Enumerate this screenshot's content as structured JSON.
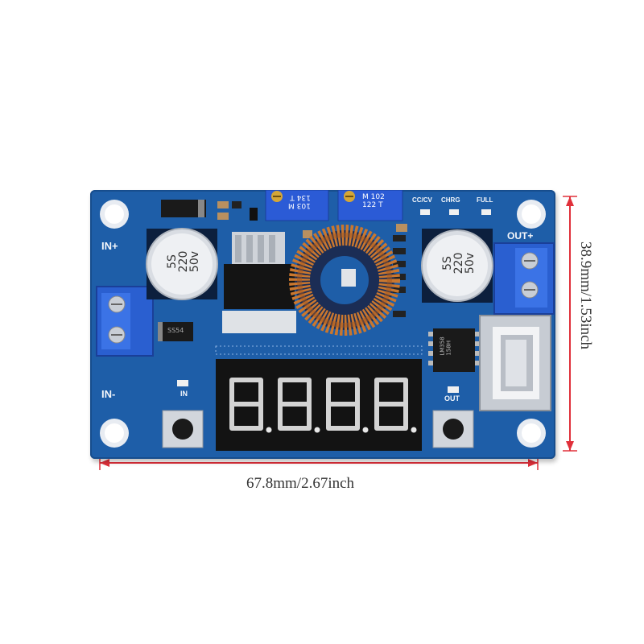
{
  "board": {
    "pcb_color": "#1e5ea8",
    "silk_color": "#f4f7fb",
    "labels": {
      "in_plus": "IN+",
      "in_minus": "IN-",
      "out_plus": "OUT+",
      "led_in": "IN",
      "led_out": "OUT",
      "cc_cv": "CC/CV",
      "chrg": "CHRG",
      "full": "FULL",
      "cap_left": [
        "5S",
        "220",
        "50v"
      ],
      "cap_right": [
        "5S",
        "220",
        "50v"
      ],
      "pot_left": [
        "103",
        "M",
        "134",
        "T"
      ],
      "pot_right": [
        "102",
        "M",
        "122",
        "T"
      ],
      "chip": [
        "LM358",
        "158H"
      ],
      "diode": "SS54"
    },
    "display_digits": "8.8.8.8."
  },
  "dimensions": {
    "width_label": "67.8mm/2.67inch",
    "height_label": "38.9mm/1.53inch",
    "color": "#e0303a"
  }
}
